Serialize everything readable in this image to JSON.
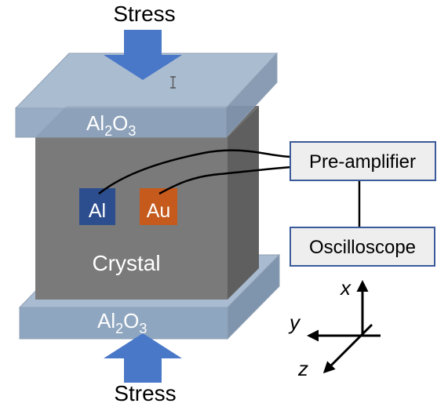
{
  "labels": {
    "stress_top": "Stress",
    "stress_bottom": "Stress",
    "top_plate": {
      "base": "Al",
      "sub1": "2",
      "mid": "O",
      "sub2": "3"
    },
    "bottom_plate": {
      "base": "Al",
      "sub1": "2",
      "mid": "O",
      "sub2": "3"
    },
    "crystal": "Crystal",
    "electrode_al": "Al",
    "electrode_au": "Au",
    "preamplifier": "Pre-amplifier",
    "oscilloscope": "Oscilloscope"
  },
  "axes": {
    "x": "x",
    "y": "y",
    "z": "z"
  },
  "colors": {
    "plate": "#8fa6c0",
    "crystal_front": "#7a7a7a",
    "crystal_side": "#646464",
    "arrow": "#4a78c8",
    "al_electrode": "#2d4e8e",
    "au_electrode": "#c55a1c",
    "box_fill": "#eeeeee",
    "box_border": "#3a5a9a"
  }
}
